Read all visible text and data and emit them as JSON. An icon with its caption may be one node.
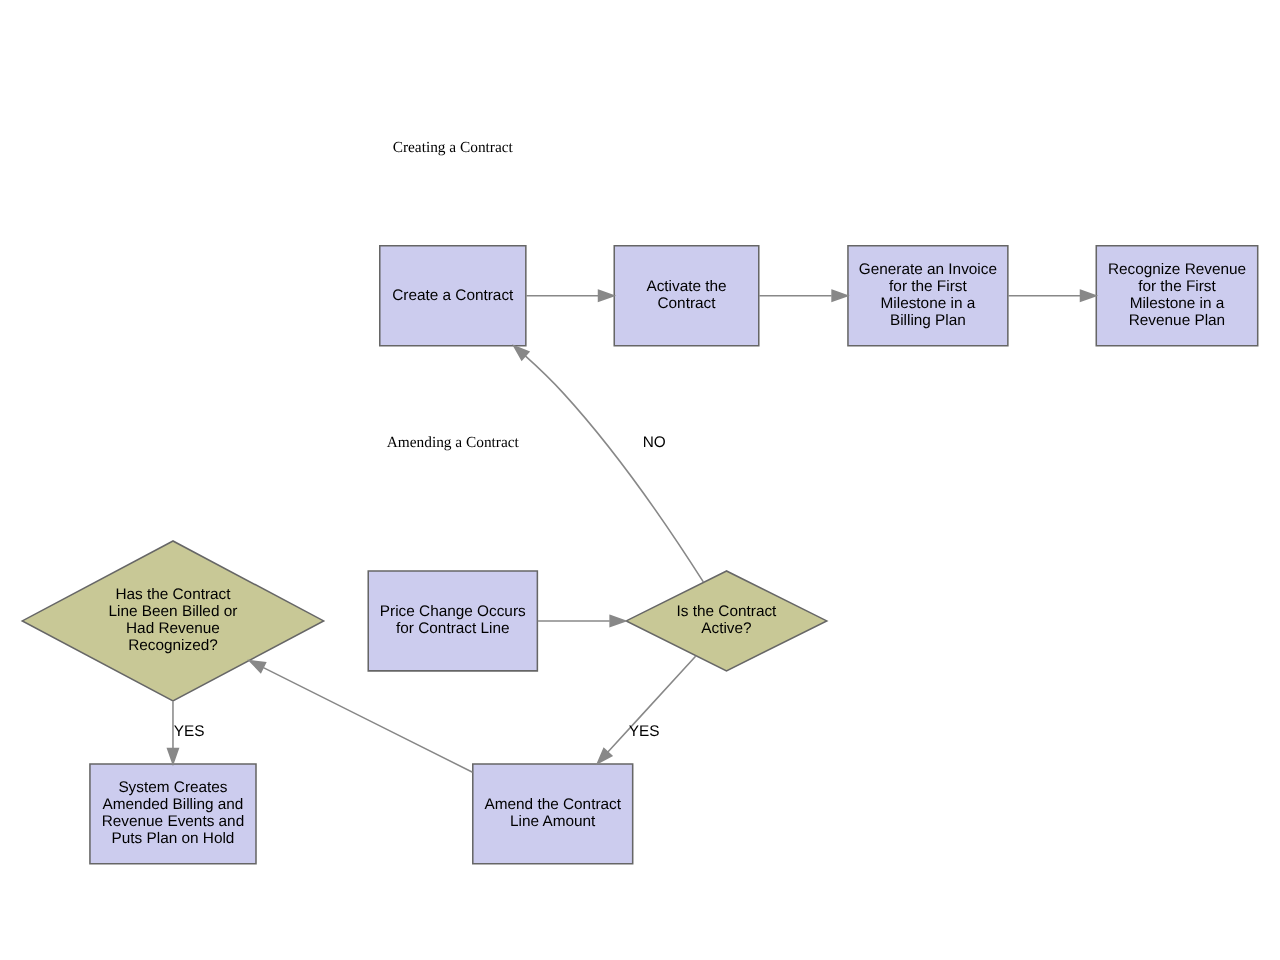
{
  "diagram": {
    "nodes": [
      {
        "text": [
          "Create a Contract"
        ]
      },
      {
        "text": [
          "Activate the Contract"
        ]
      },
      {
        "text": [
          "Generate an Invoice for the First Milestone in a Billing Plan"
        ]
      },
      {
        "text": [
          "Recognize Revenue for the First Milestone in a Revenue Plan"
        ]
      },
      {
        "text": [
          "Price Change Occurs for Contract Line"
        ]
      },
      {
        "text": [
          "Is the Contract Active?"
        ]
      },
      {
        "text": [
          "Amend the Contract Line Amount"
        ]
      },
      {
        "text": [
          "Has the Contract Line Been Billed or Had Revenue Recognized?"
        ]
      },
      {
        "text": [
          "System Creates Amended Billing and Revenue Events and Puts Plan on Hold"
        ]
      }
    ],
    "edges": [
      {
        "from": 0,
        "to": 1,
        "arrow": "to"
      },
      {
        "from": 1,
        "to": 2,
        "arrow": "to"
      },
      {
        "from": 2,
        "to": 3,
        "arrow": "to"
      },
      {
        "from": 4,
        "to": 5,
        "arrow": "to"
      },
      {
        "from": 5,
        "to": 0,
        "arrow": "to",
        "label": "NO"
      },
      {
        "from": 5,
        "to": 6,
        "arrow": "to",
        "label": "YES"
      },
      {
        "from": 6,
        "to": 7,
        "arrow": "to"
      },
      {
        "from": 7,
        "to": 8,
        "arrow": "to",
        "label": "YES"
      }
    ],
    "labels": [
      "Creating a Contract",
      "Amending a Contract"
    ]
  }
}
